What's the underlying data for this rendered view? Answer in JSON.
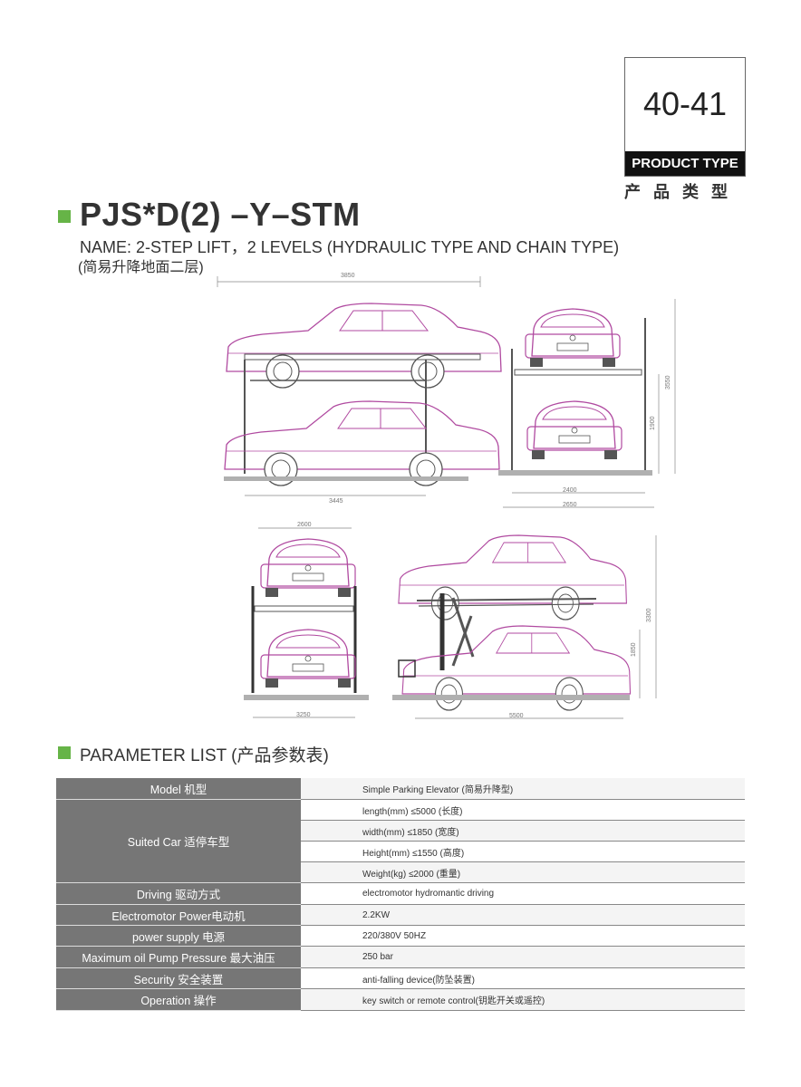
{
  "page_number": "40-41",
  "product_type_label": "PRODUCT TYPE",
  "product_type_cn": "产品类型",
  "model_title": "PJS*D(2) –Y–STM",
  "name_line": "NAME: 2-STEP LIFT，2 LEVELS (HYDRAULIC TYPE AND CHAIN TYPE)",
  "name_cn": "(简易升降地面二层)",
  "drawings": {
    "side_top_width": "3850",
    "side_top_base": "3445",
    "front_top_inner": "2400",
    "front_top_outer": "2650",
    "front_top_height": "3550",
    "front_top_lower": "1900",
    "front_bottom_width": "2600",
    "front_bottom_base": "3250",
    "side_bottom_length": "5500",
    "side_bottom_height": "3300",
    "side_bottom_lower": "1850"
  },
  "parameter_title": "PARAMETER LIST (产品参数表)",
  "parameters": [
    {
      "label": "Model 机型",
      "values": [
        "Simple Parking Elevator (简易升降型)"
      ]
    },
    {
      "label": "Suited Car 适停车型",
      "values": [
        "length(mm) ≤5000 (长度)",
        "width(mm) ≤1850 (宽度)",
        "Height(mm) ≤1550 (高度)",
        "Weight(kg) ≤2000 (重量)"
      ]
    },
    {
      "label": "Driving 驱动方式",
      "values": [
        "electromotor hydromantic driving"
      ]
    },
    {
      "label": "Electromotor Power电动机",
      "values": [
        "2.2KW"
      ]
    },
    {
      "label": "power supply 电源",
      "values": [
        "220/380V 50HZ"
      ]
    },
    {
      "label": "Maximum oil Pump Pressure 最大油压",
      "values": [
        "250 bar"
      ]
    },
    {
      "label": "Security 安全装置",
      "values": [
        "anti-falling device(防坠装置)"
      ]
    },
    {
      "label": "Operation 操作",
      "values": [
        "key switch or remote control(钥匙开关或遥控)"
      ]
    }
  ],
  "colors": {
    "accent_green": "#66b447",
    "car_outline": "#b04aa0",
    "table_label_bg": "#767676"
  }
}
